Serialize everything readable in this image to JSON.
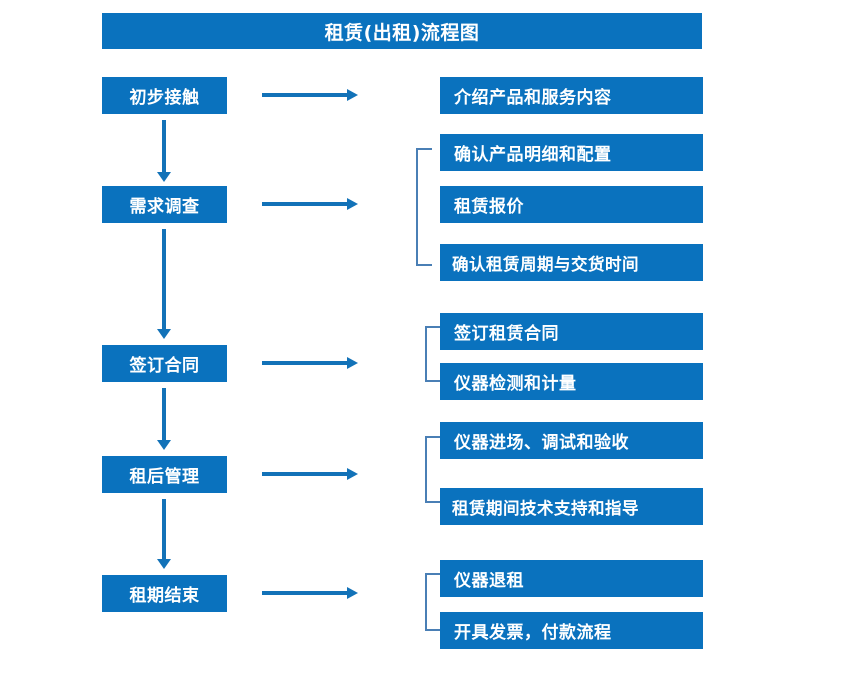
{
  "diagram": {
    "title": "租赁(出租)流程图",
    "accent_color": "#0a72be",
    "arrow_color": "#1272b8",
    "bracket_color": "#4a7fb5",
    "text_color": "#ffffff",
    "background_color": "#ffffff",
    "stages": [
      {
        "label": "初步接触"
      },
      {
        "label": "需求调查"
      },
      {
        "label": "签订合同"
      },
      {
        "label": "租后管理"
      },
      {
        "label": "租期结束"
      }
    ],
    "details": [
      {
        "label": "介绍产品和服务内容"
      },
      {
        "label": "确认产品明细和配置"
      },
      {
        "label": "租赁报价"
      },
      {
        "label": "确认租赁周期与交货时间"
      },
      {
        "label": "签订租赁合同"
      },
      {
        "label": "仪器检测和计量"
      },
      {
        "label": "仪器进场、调试和验收"
      },
      {
        "label": "租赁期间技术支持和指导"
      },
      {
        "label": "仪器退租"
      },
      {
        "label": "开具发票，付款流程"
      }
    ]
  }
}
